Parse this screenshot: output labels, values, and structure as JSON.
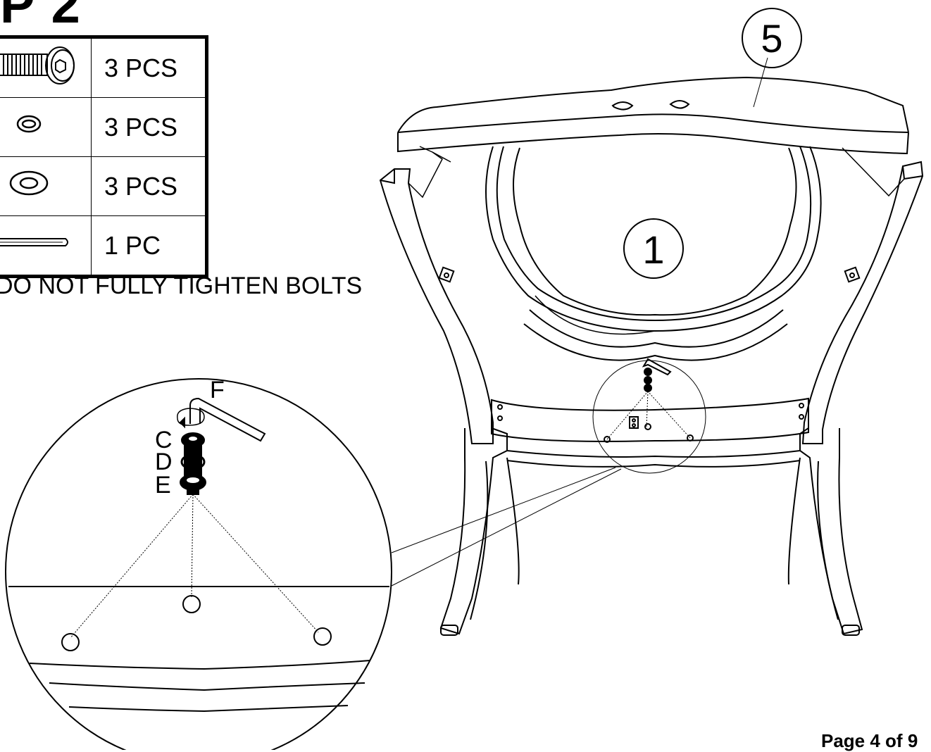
{
  "heading": "P 2",
  "parts": [
    {
      "icon": "bolt-icon",
      "qty": "3 PCS"
    },
    {
      "icon": "lock-washer-icon",
      "qty": "3 PCS"
    },
    {
      "icon": "flat-washer-icon",
      "qty": "3 PCS"
    },
    {
      "icon": "allen-key-icon",
      "qty": "1 PC"
    }
  ],
  "note": "DO NOT FULLY TIGHTEN BOLTS",
  "callouts": {
    "backrest_part": "5",
    "seat_part": "1",
    "hex_key": "F",
    "bolt": "C",
    "lock_washer": "D",
    "flat_washer": "E"
  },
  "page_label": "Page 4 of 9"
}
